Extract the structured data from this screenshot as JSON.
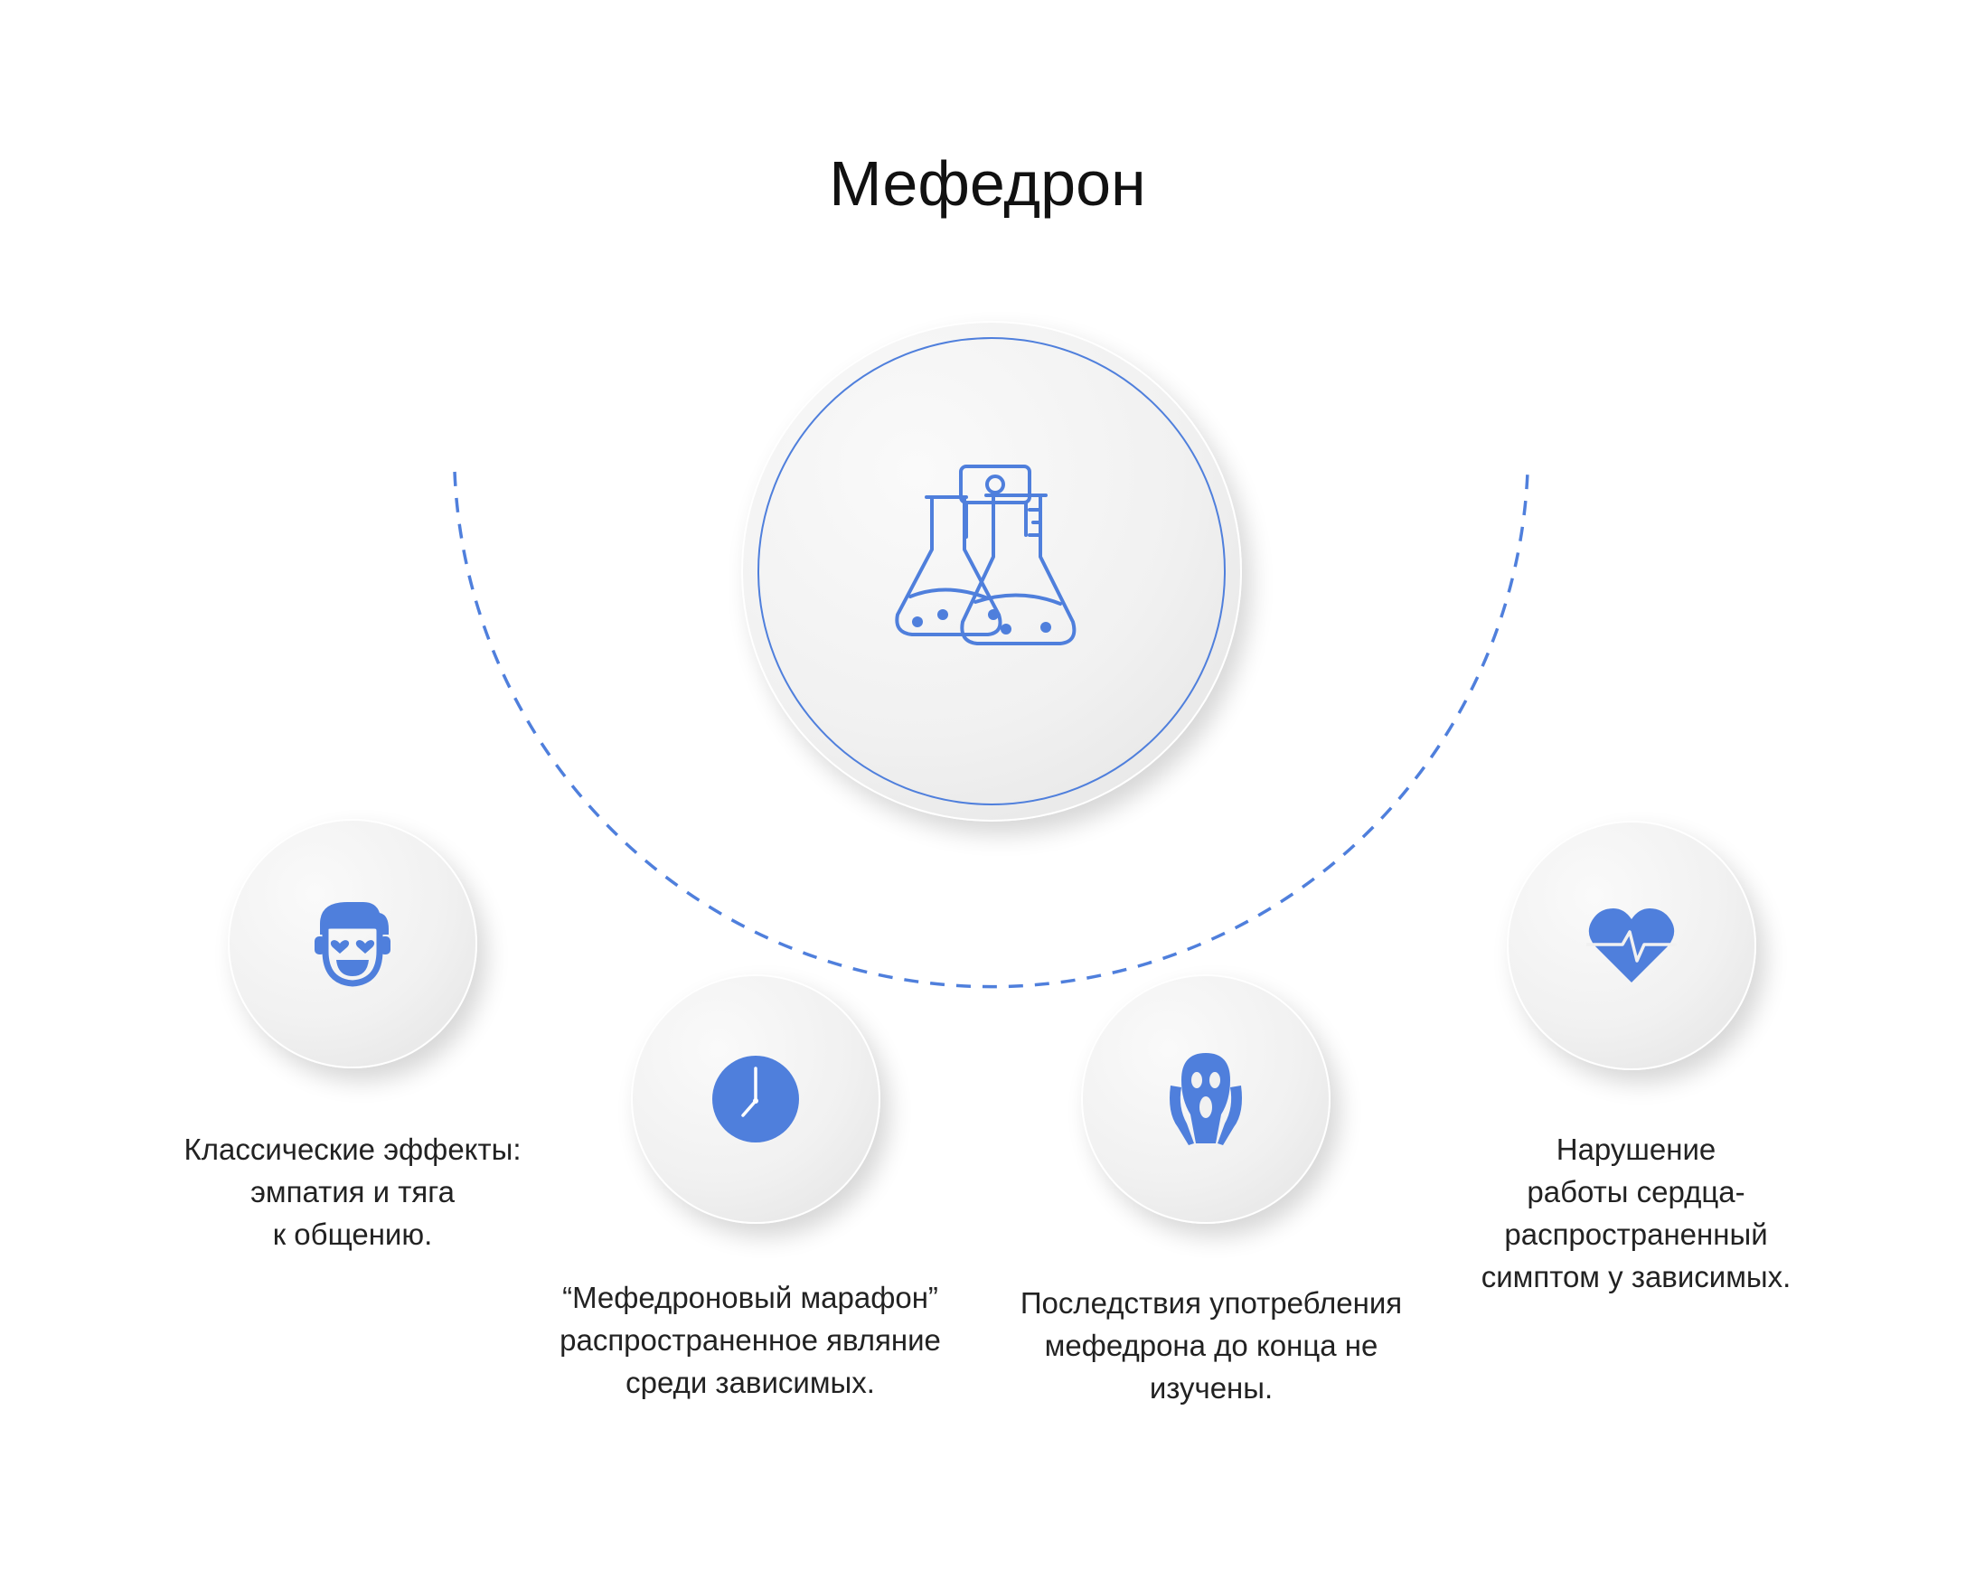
{
  "title": "Мефедрон",
  "colors": {
    "accent": "#4f7fdc",
    "text": "#222222",
    "circle": "#f1f1f1"
  },
  "center": {
    "icon": "flasks-icon"
  },
  "items": [
    {
      "icon": "face-hearts-icon",
      "lines": [
        "Классические эффекты:",
        "эмпатия и тяга",
        "к общению."
      ]
    },
    {
      "icon": "clock-icon",
      "lines": [
        "“Мефедроновый марафон”",
        "распространенное являние",
        "среди зависимых."
      ]
    },
    {
      "icon": "scream-icon",
      "lines": [
        "Последствия употребления",
        "мефедрона до конца не",
        "изучены."
      ]
    },
    {
      "icon": "heart-pulse-icon",
      "lines": [
        "Нарушение",
        "работы сердца-",
        "распространенный",
        "симптом у зависимых."
      ]
    }
  ]
}
